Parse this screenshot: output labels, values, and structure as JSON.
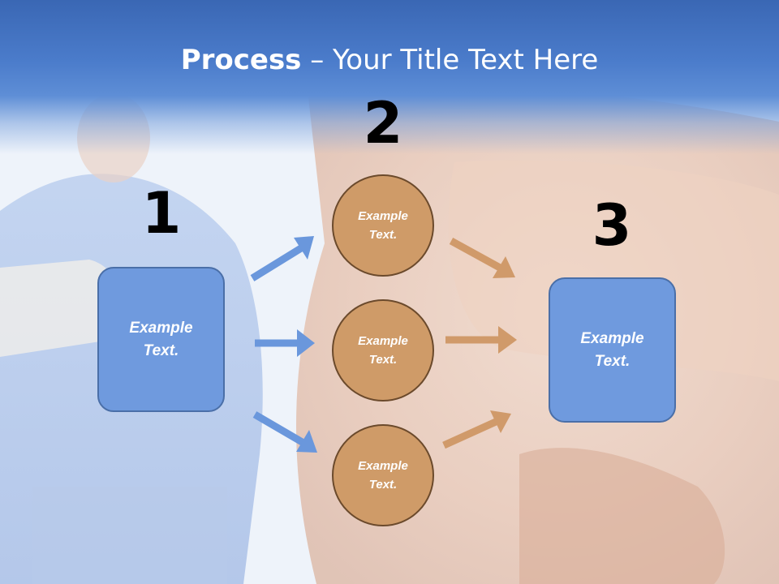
{
  "title": {
    "strong": "Process",
    "rest": " – Your Title Text Here"
  },
  "steps": {
    "one": {
      "number": "1",
      "text_line1": "Example",
      "text_line2": "Text."
    },
    "two": {
      "number": "2",
      "circles": [
        {
          "line1": "Example",
          "line2": "Text."
        },
        {
          "line1": "Example",
          "line2": "Text."
        },
        {
          "line1": "Example",
          "line2": "Text."
        }
      ]
    },
    "three": {
      "number": "3",
      "text_line1": "Example",
      "text_line2": "Text."
    }
  },
  "colors": {
    "title_band": "#4b7ccb",
    "box_fill": "#6f9ade",
    "circle_fill": "#cf9b68",
    "blue_arrow": "#6a97dc",
    "tan_arrow": "#d09a6a"
  }
}
